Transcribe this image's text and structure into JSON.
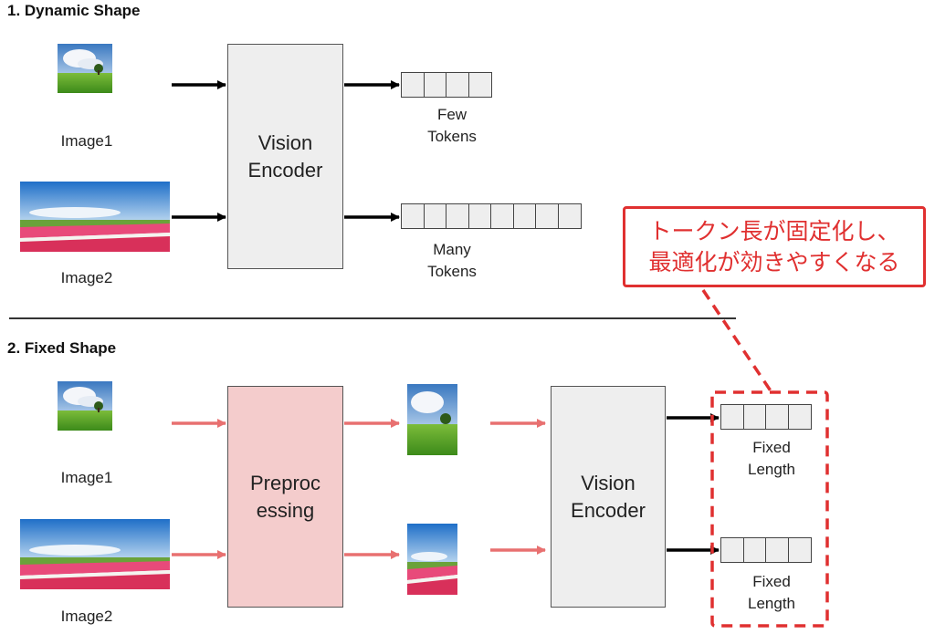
{
  "sections": {
    "dynamic": {
      "title": "1. Dynamic Shape",
      "images": [
        {
          "label": "Image1",
          "kind": "landscape-field-tree"
        },
        {
          "label": "Image2",
          "kind": "flower-field-wide"
        }
      ],
      "encoder_label_line1": "Vision",
      "encoder_label_line2": "Encoder",
      "outputs": [
        {
          "line1": "Few",
          "line2": "Tokens",
          "token_count": 4
        },
        {
          "line1": "Many",
          "line2": "Tokens",
          "token_count": 8
        }
      ]
    },
    "fixed": {
      "title": "2. Fixed Shape",
      "images": [
        {
          "label": "Image1",
          "kind": "landscape-field-tree"
        },
        {
          "label": "Image2",
          "kind": "flower-field-wide"
        }
      ],
      "preprocess_label_line1": "Preproc",
      "preprocess_label_line2": "essing",
      "encoder_label_line1": "Vision",
      "encoder_label_line2": "Encoder",
      "outputs": [
        {
          "line1": "Fixed",
          "line2": "Length",
          "token_count": 4
        },
        {
          "line1": "Fixed",
          "line2": "Length",
          "token_count": 4
        }
      ]
    }
  },
  "callout": {
    "line1": "トークン長が固定化し、",
    "line2": "最適化が効きやすくなる"
  },
  "colors": {
    "accent_red": "#e03030",
    "pink_arrow": "#e87070",
    "preprocess_fill": "#f4cccc",
    "encoder_fill": "#eeeeee",
    "black_arrow": "#000000"
  }
}
